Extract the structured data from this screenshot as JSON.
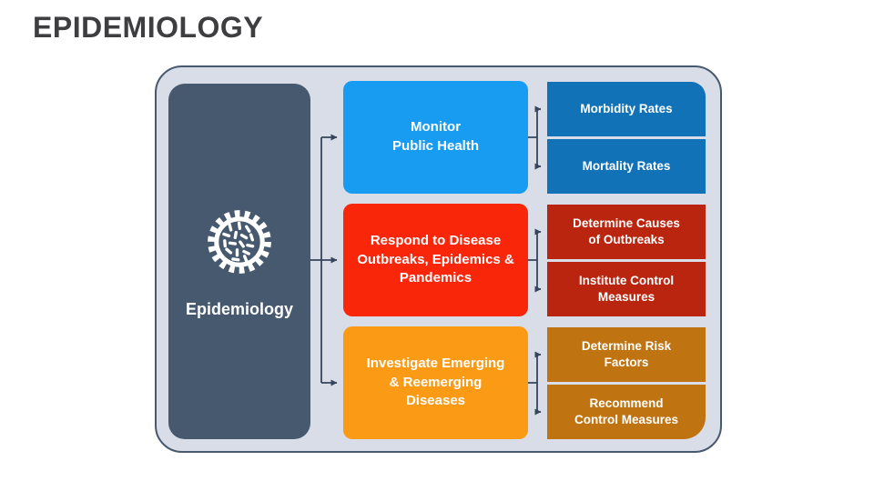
{
  "title": "EPIDEMIOLOGY",
  "colors": {
    "title_text": "#3e3e41",
    "frame_fill": "#d8dde8",
    "frame_border": "#46596f",
    "root_panel": "#46596f",
    "connector": "#36455c",
    "box_text": "#ffffff"
  },
  "root": {
    "label": "Epidemiology",
    "icon": "germ-icon",
    "color": "#46596f"
  },
  "groups": [
    {
      "name": "monitor-public-health",
      "main": "Monitor\nPublic Health",
      "main_color": "#189cf2",
      "sub_color": "#1172b8",
      "subs": [
        "Morbidity Rates",
        "Mortality Rates"
      ]
    },
    {
      "name": "respond-to-disease-outbreaks",
      "main": "Respond to Disease\nOutbreaks, Epidemics &\nPandemics",
      "main_color": "#f9260a",
      "sub_color": "#b9250f",
      "subs": [
        "Determine Causes\nof Outbreaks",
        "Institute Control\nMeasures"
      ]
    },
    {
      "name": "investigate-emerging-diseases",
      "main": "Investigate Emerging\n& Reemerging\nDiseases",
      "main_color": "#fa9a15",
      "sub_color": "#c07411",
      "subs": [
        "Determine Risk\nFactors",
        "Recommend\nControl Measures"
      ]
    }
  ]
}
